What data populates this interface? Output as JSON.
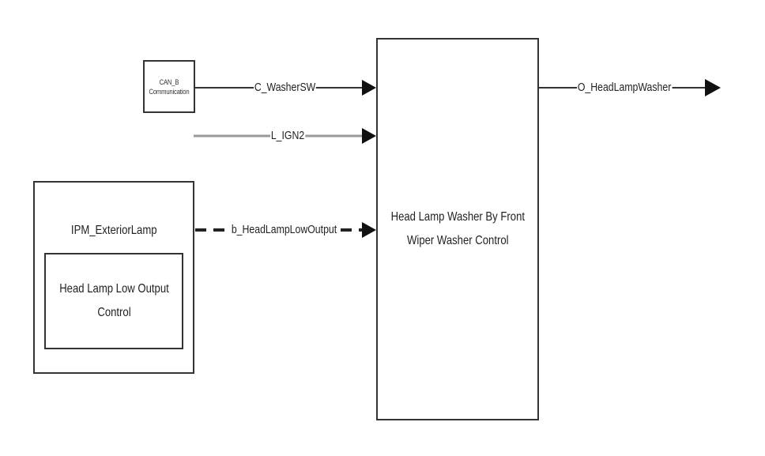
{
  "blocks": {
    "can": {
      "line1": "CAN_B",
      "line2": "Communication"
    },
    "ipm": {
      "title": "IPM_ExteriorLamp",
      "inner_line1": "Head Lamp Low Output",
      "inner_line2": "Control"
    },
    "main": {
      "line1": "Head Lamp Washer By Front",
      "line2": "Wiper Washer Control"
    }
  },
  "signals": {
    "washer_sw": "C_WasherSW",
    "ign2": "L_IGN2",
    "low_output": "b_HeadLampLowOutput",
    "output": "O_HeadLampWasher"
  }
}
